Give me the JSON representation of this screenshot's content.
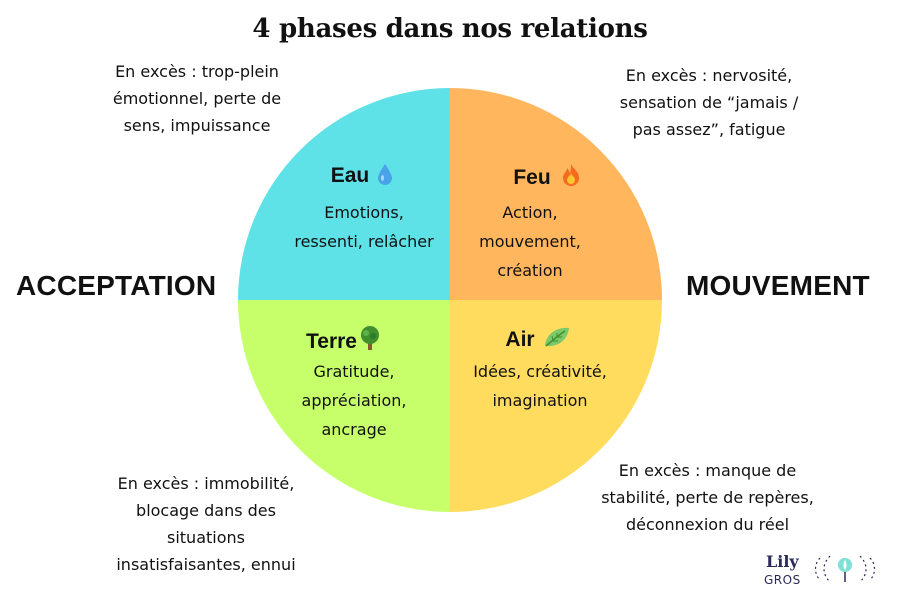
{
  "title": "4 phases dans nos relations",
  "sides": {
    "left": "ACCEPTATION",
    "right": "MOUVEMENT"
  },
  "colors": {
    "eau": "#5ee2e8",
    "feu": "#ffb65c",
    "terre": "#c6ff6a",
    "air": "#ffdc5e"
  },
  "quadrants": {
    "eau": {
      "title": "Eau",
      "icon": "droplet-icon",
      "lines": [
        "Emotions,",
        "ressenti, relâcher"
      ]
    },
    "feu": {
      "title": "Feu",
      "icon": "fire-icon",
      "lines": [
        "Action,",
        "mouvement,",
        "création"
      ]
    },
    "terre": {
      "title": "Terre",
      "icon": "tree-icon",
      "lines": [
        "Gratitude,",
        "appréciation,",
        "ancrage"
      ]
    },
    "air": {
      "title": "Air",
      "icon": "leaf-icon",
      "lines": [
        "Idées, créativité,",
        "imagination"
      ]
    }
  },
  "excess": {
    "eau": [
      "En excès : trop-plein",
      "émotionnel, perte de",
      "sens, impuissance"
    ],
    "feu": [
      "En excès : nervosité,",
      "sensation de “jamais /",
      "pas assez”, fatigue"
    ],
    "terre": [
      "En excès : immobilité,",
      "blocage dans des",
      "situations",
      "insatisfaisantes, ennui"
    ],
    "air": [
      "En excès : manque de",
      "stabilité, perte de repères,",
      "déconnexion du réel"
    ]
  },
  "logo": {
    "name": "Lily",
    "sub": "GROS",
    "icon": "lily-gros-logo-mark"
  }
}
